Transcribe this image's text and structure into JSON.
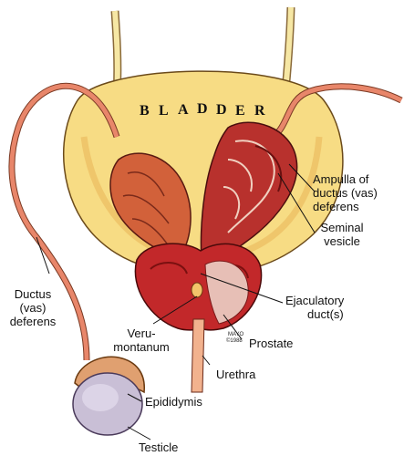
{
  "organ_title": "BLADDER",
  "labels": {
    "ampulla_l1": "Ampulla of",
    "ampulla_l2": "ductus (vas)",
    "ampulla_l3": "deferens",
    "seminal_l1": "Seminal",
    "seminal_l2": "vesicle",
    "ejac_l1": "Ejaculatory",
    "ejac_l2": "duct(s)",
    "ductus_l1": "Ductus",
    "ductus_l2": "(vas)",
    "ductus_l3": "deferens",
    "veru_l1": "Veru-",
    "veru_l2": "montanum",
    "prostate": "Prostate",
    "urethra": "Urethra",
    "epididymis": "Epididymis",
    "testicle": "Testicle"
  },
  "signature": {
    "line1": "MAYO",
    "line2": "©1988"
  },
  "colors": {
    "bladder": "#f7dc84",
    "bladder_shade": "#e9b85a",
    "vas": "#e8866a",
    "seminal": "#b8312d",
    "prostate": "#c2282a",
    "testicle": "#c9bfd6",
    "epididymis": "#e0a070",
    "ureter": "#f6e7a4"
  }
}
